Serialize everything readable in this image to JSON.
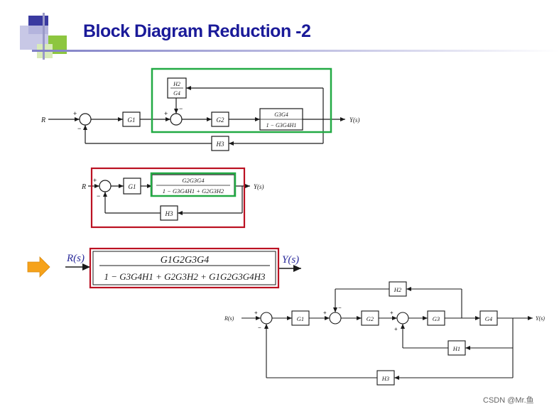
{
  "slide": {
    "title": "Block Diagram Reduction -2",
    "watermark": "CSDN @Mr.鱼"
  },
  "colors": {
    "title": "#1a1a99",
    "highlight_green": "#22aa44",
    "highlight_red": "#bb1122",
    "arrow_orange": "#f6a21a",
    "deco_blue": "#3a3aa0",
    "deco_green": "#8dc63f"
  },
  "icons": {
    "pointer": "right-arrow-icon",
    "deco": "corner-squares-icon"
  },
  "diagram1": {
    "input": "R",
    "output": "Y(s)",
    "g1": "G1",
    "g2": "G2",
    "h3": "H3",
    "h2g4": {
      "num": "H2",
      "den": "G4"
    },
    "g3g4": {
      "num": "G3G4",
      "den": "1 − G3G4H1"
    },
    "signs": [
      "+",
      "−",
      "+",
      "−"
    ]
  },
  "diagram2": {
    "input": "R",
    "output": "Y(s)",
    "g1": "G1",
    "h3": "H3",
    "tf": {
      "num": "G2G3G4",
      "den": "1 − G3G4H1 + G2G3H2"
    },
    "signs": [
      "+",
      "−"
    ]
  },
  "diagram3": {
    "input": "R(s)",
    "output": "Y(s)",
    "tf": {
      "num": "G1G2G3G4",
      "den": "1 − G3G4H1 + G2G3H2 + G1G2G3G4H3"
    }
  },
  "diagram4": {
    "input": "R(s)",
    "output": "Y(s)",
    "g1": "G1",
    "g2": "G2",
    "g3": "G3",
    "g4": "G4",
    "h1": "H1",
    "h2": "H2",
    "h3": "H3",
    "signs": [
      "+",
      "−",
      "+",
      "−",
      "+",
      "+"
    ]
  }
}
